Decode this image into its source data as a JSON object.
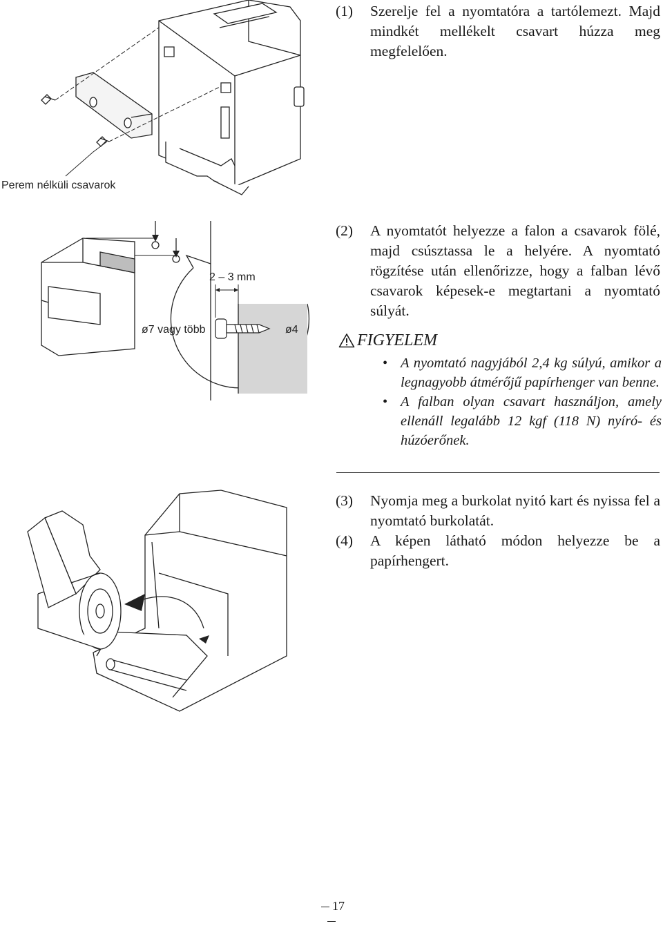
{
  "steps": [
    {
      "number": "(1)",
      "text": "Szerelje fel a nyomtatóra a tartólemezt. Majd mindkét mellékelt csavart húzza meg megfelelően."
    },
    {
      "number": "(2)",
      "text": "A nyomtatót helyezze a falon a csavarok fölé, majd csúsztassa le a helyére. A nyomtató rögzítése után ellenőrizze, hogy a falban lévő csavarok képesek-e megtartani a nyomtató súlyát."
    },
    {
      "number": "(3)",
      "text": "Nyomja meg a burkolat nyitó kart és nyissa fel a nyomtató burkolatát."
    },
    {
      "number": "(4)",
      "text": "A képen látható módon helyezze be a papírhengert."
    }
  ],
  "caution": {
    "title": "FIGYELEM",
    "items": [
      "A nyomtató nagyjából 2,4 kg súlyú, amikor a legnagyobb átmérőjű papírhenger van benne.",
      "A falban olyan csavart használjon, amely ellenáll legalább 12 kgf (118 N) nyíró- és húzóerőnek."
    ],
    "bullet": "•"
  },
  "figures": {
    "fig1": {
      "label_screws": "Perem nélküli csavarok"
    },
    "fig2": {
      "label_gap": "2 – 3 mm",
      "label_head": "ø7 vagy több",
      "label_shaft": "ø4"
    }
  },
  "page_number": "17",
  "icons": {
    "caution": "warning-triangle-icon"
  }
}
